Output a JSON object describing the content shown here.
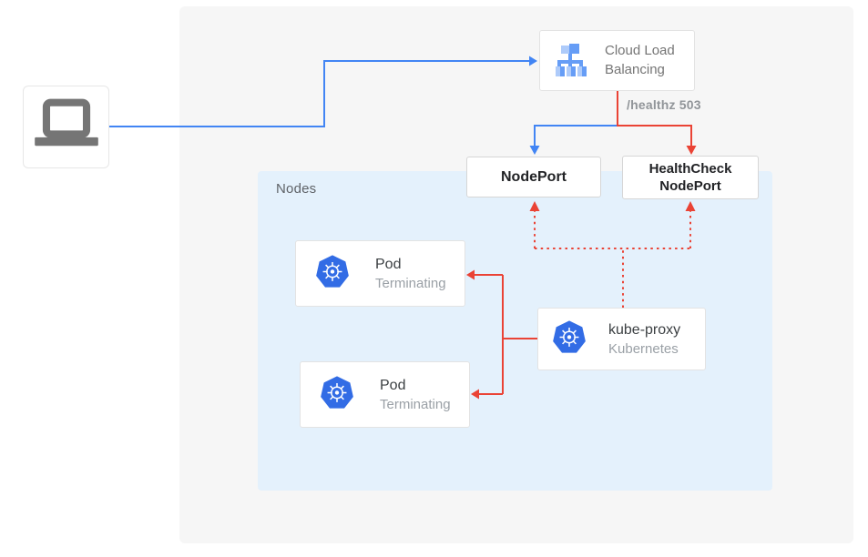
{
  "colors": {
    "blue": "#4285f4",
    "red": "#ea4335",
    "panel_bg": "#f6f6f6",
    "nodes_bg": "#e4f1fc",
    "card_bg": "#ffffff",
    "card_border": "#dcdcdc",
    "k8s_blue": "#326ce5",
    "icon_gray": "#757575",
    "text_dark": "#212121",
    "text_gray": "#757575",
    "text_muted": "#9aa0a6",
    "healthz_gray": "#919599",
    "nodes_label": "#5f6368"
  },
  "icons": {
    "client": "laptop-icon",
    "load_balancer": "cloud-load-balancing-icon",
    "pod": "kubernetes-icon",
    "kube_proxy": "kubernetes-icon"
  },
  "load_balancer": {
    "label": "Cloud Load Balancing"
  },
  "edge_labels": {
    "healthz": "/healthz 503"
  },
  "nodeport": {
    "label": "NodePort"
  },
  "healthcheck_nodeport": {
    "label": "HealthCheck NodePort"
  },
  "nodes_group": {
    "label": "Nodes"
  },
  "pods": [
    {
      "title": "Pod",
      "status": "Terminating"
    },
    {
      "title": "Pod",
      "status": "Terminating"
    }
  ],
  "kube_proxy": {
    "title": "kube-proxy",
    "subtitle": "Kubernetes"
  }
}
